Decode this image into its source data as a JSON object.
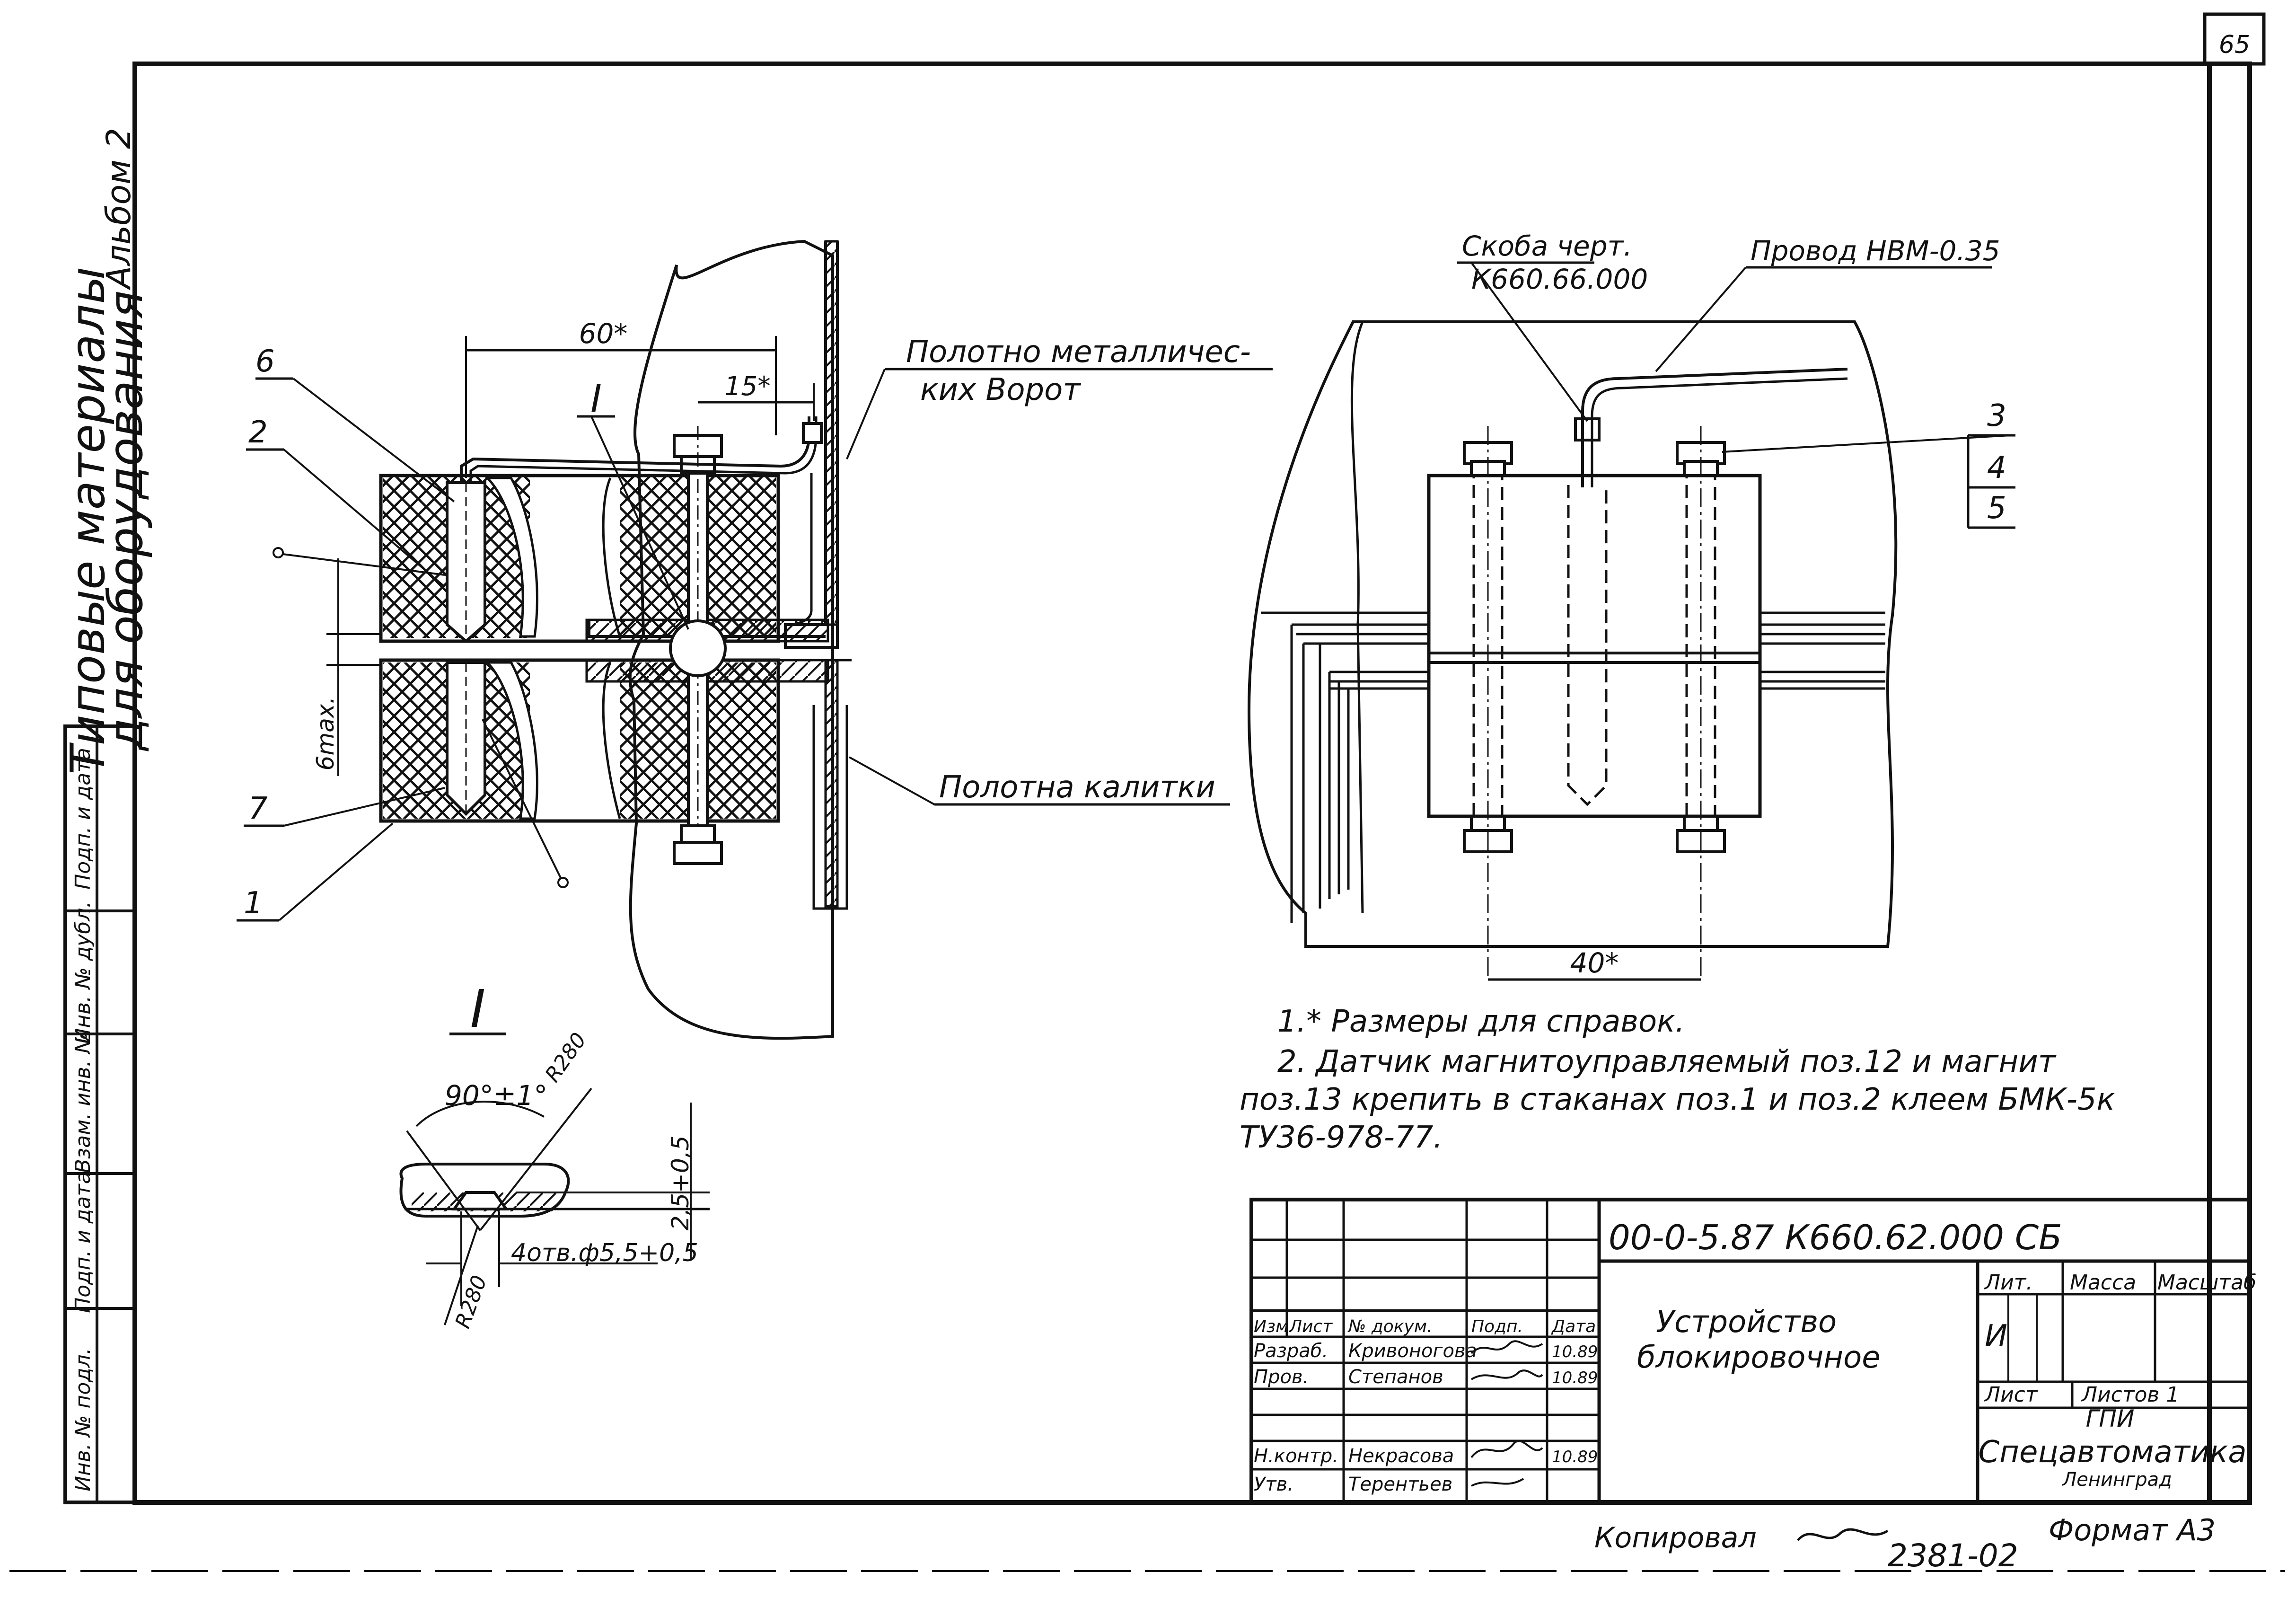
{
  "sheet": {
    "page_number": "65",
    "album_label": "Альбом 2",
    "series_title_line1": "Типовые материалы",
    "series_title_line2": "для оборудования",
    "side_stamp": [
      "Инв. № подл.",
      "Подп. и дата",
      "Взам. инв. №",
      "Инв. № дубл.",
      "Подп. и дата"
    ]
  },
  "left_view": {
    "callouts": [
      "6",
      "2",
      "7",
      "1"
    ],
    "section_mark": "I",
    "dimensions": {
      "overall": "60*",
      "offset": "15*",
      "gap": "6max."
    },
    "label_gate_top": "Полотно металличес-",
    "label_gate_bottom": "ких Ворот",
    "label_wicket": "Полотна калитки"
  },
  "right_view": {
    "label_bracket_line1": "Скоба черт.",
    "label_bracket_line2": "К660.66.000",
    "label_wire": "Провод НВМ-0.35",
    "callouts": [
      "3",
      "4",
      "5"
    ],
    "dimension_pitch": "40*"
  },
  "detail_view": {
    "title": "I",
    "angle": "90°±1°",
    "radius_top": "R280",
    "radius_bottom": "R280",
    "depth": "2,5+0,5",
    "holes": "4отв.ф5,5+0,5"
  },
  "notes": [
    "1.* Размеры для справок.",
    "2. Датчик магнитоуправляемый поз.12 и магнит",
    "поз.13 крепить в стаканах поз.1 и поз.2 клеем БМК-5к",
    "ТУ36-978-77."
  ],
  "title_block": {
    "doc_number": "00-0-5.87  К660.62.000 СБ",
    "name_line1": "Устройство",
    "name_line2": "блокировочное",
    "header": [
      "Изм.",
      "Лист",
      "№ докум.",
      "Подп.",
      "Дата"
    ],
    "roles": [
      {
        "role": "Разраб.",
        "name": "Кривоногова",
        "date": "10.89"
      },
      {
        "role": "Пров.",
        "name": "Степанов",
        "date": "10.89"
      },
      {
        "role": "Н.контр.",
        "name": "Некрасова",
        "date": "10.89"
      },
      {
        "role": "Утв.",
        "name": "Терентьев",
        "date": ""
      }
    ],
    "lit_label": "Лит.",
    "mass_label": "Масса",
    "scale_label": "Масштаб",
    "lit_value": "И",
    "sheet_label": "Лист",
    "sheets_label": "Листов 1",
    "org_line1": "ГПИ",
    "org_line2": "Спецавтоматика",
    "org_line3": "Ленинград"
  },
  "footer": {
    "copied": "Копировал",
    "format": "Формат А3",
    "archive_number": "2381-02"
  }
}
